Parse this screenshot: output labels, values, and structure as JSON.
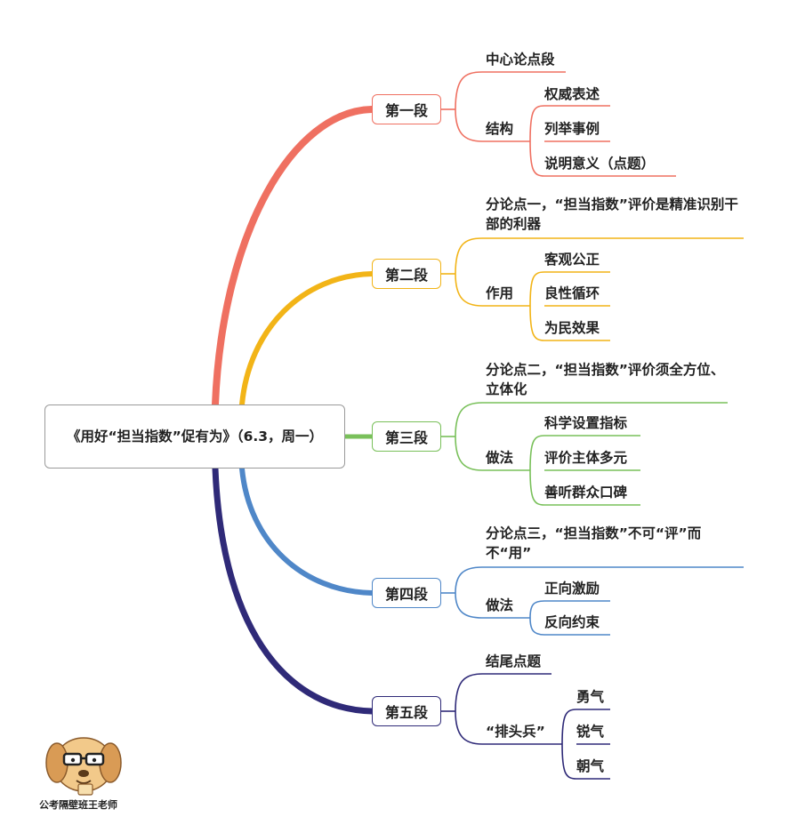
{
  "root": {
    "title": "《用好“担当指数”促有为》（6.3，周一）"
  },
  "colors": {
    "s1": "#ef7061",
    "s2": "#f2b417",
    "s3": "#79c05a",
    "s4": "#4f87c8",
    "s5": "#2f2a78"
  },
  "sections": [
    {
      "title": "第一段",
      "thesis": "中心论点段",
      "sub": "结构",
      "items": [
        "权威表述",
        "列举事例",
        "说明意义（点题）"
      ]
    },
    {
      "title": "第二段",
      "thesis": "分论点一，“担当指数”评价是精准识别干部的利器",
      "sub": "作用",
      "items": [
        "客观公正",
        "良性循环",
        "为民效果"
      ]
    },
    {
      "title": "第三段",
      "thesis": "分论点二，“担当指数”评价须全方位、立体化",
      "sub": "做法",
      "items": [
        "科学设置指标",
        "评价主体多元",
        "善听群众口碑"
      ]
    },
    {
      "title": "第四段",
      "thesis": "分论点三，“担当指数”不可“评”而不“用”",
      "sub": "做法",
      "items": [
        "正向激励",
        "反向约束"
      ]
    },
    {
      "title": "第五段",
      "thesis": "结尾点题",
      "sub": "“排头兵”",
      "items": [
        "勇气",
        "锐气",
        "朝气"
      ]
    }
  ],
  "watermark": {
    "caption": "公考隔壁班王老师",
    "icon": "cartoon-dog-with-glasses-icon"
  }
}
